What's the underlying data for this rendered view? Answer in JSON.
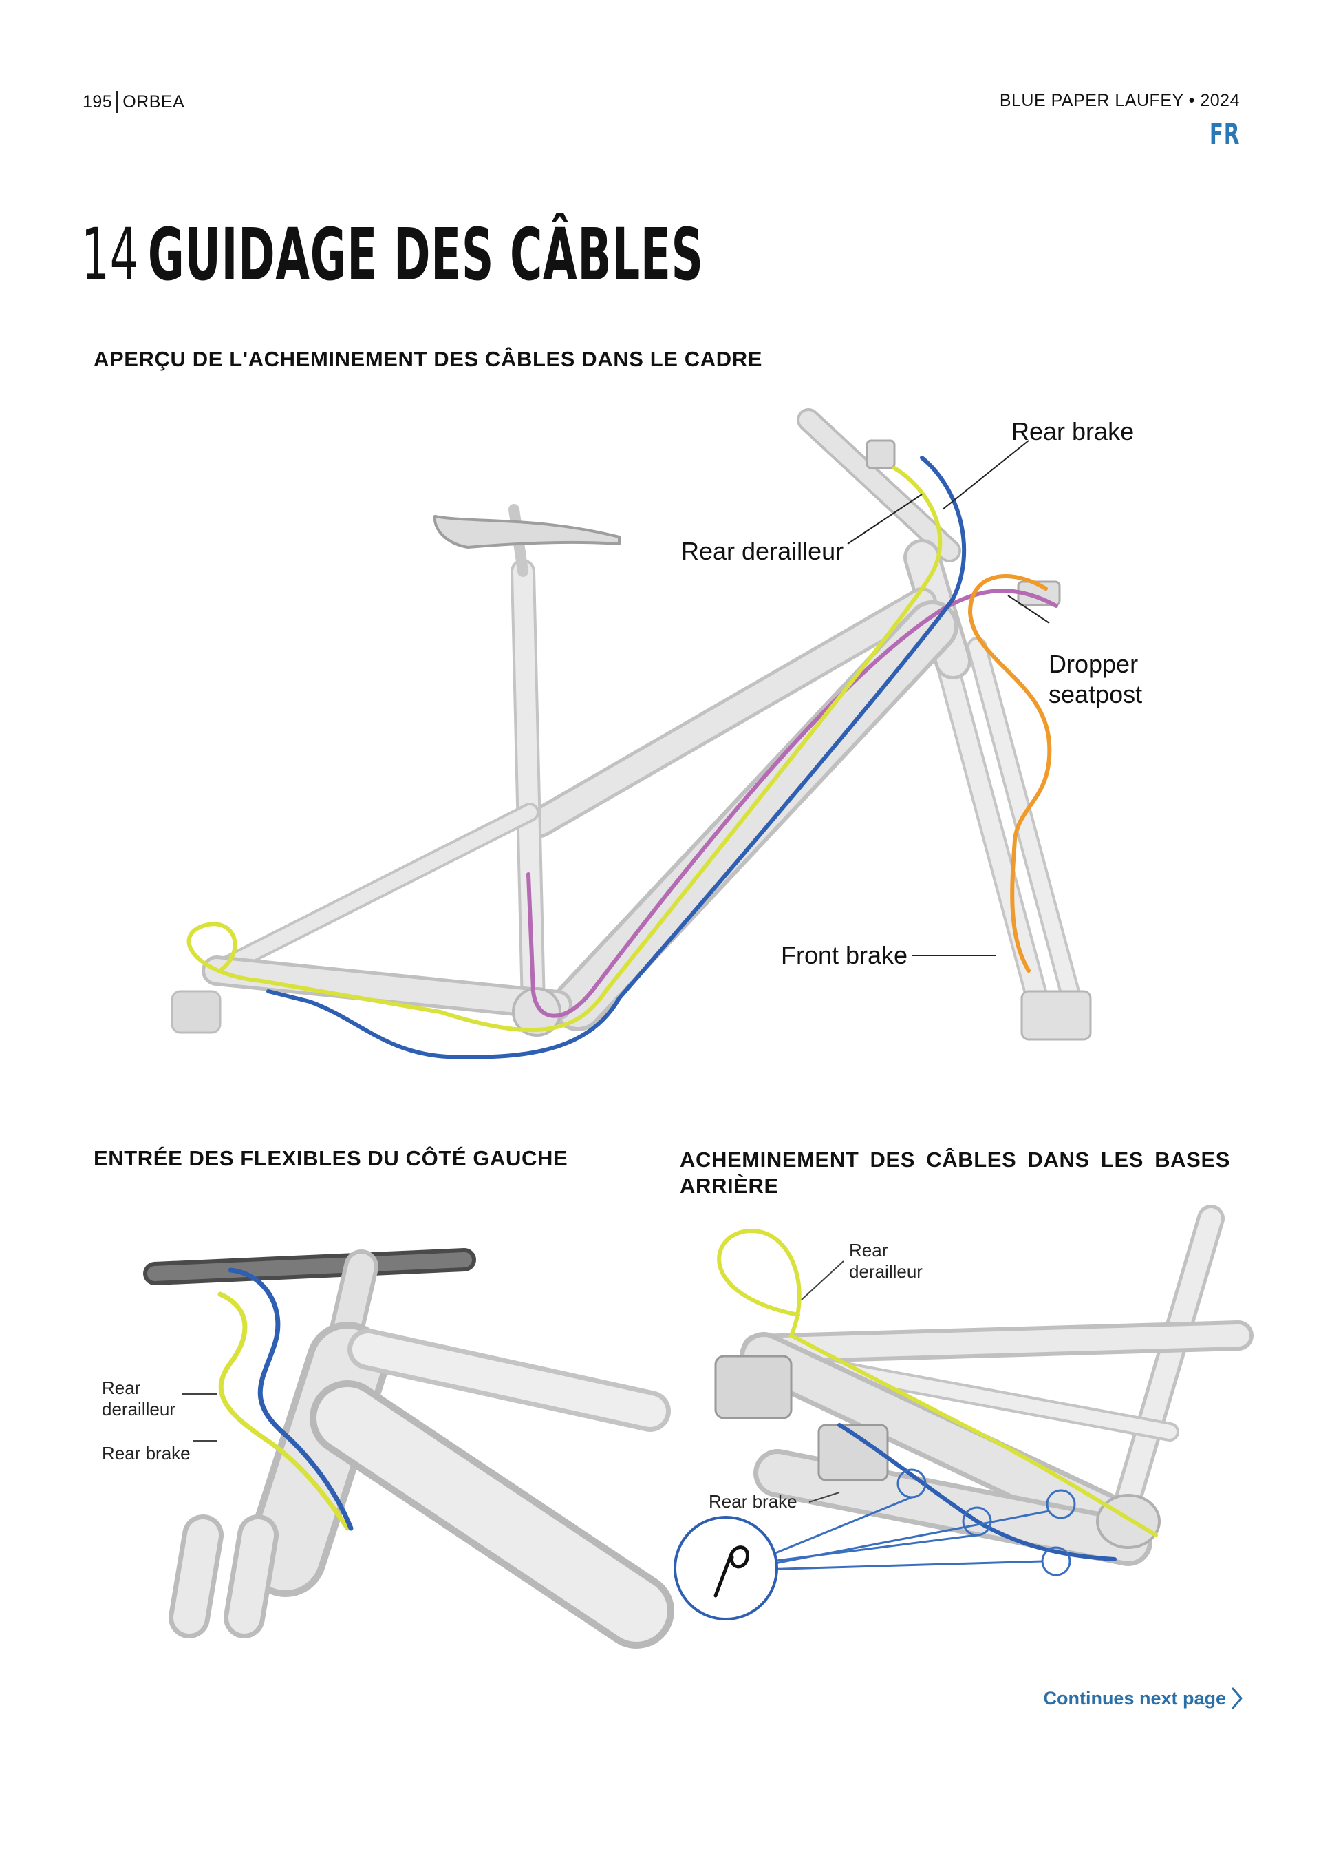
{
  "header": {
    "page_number": "195",
    "brand": "ORBEA",
    "document": "BLUE PAPER LAUFEY • 2024",
    "language": "FR"
  },
  "title": {
    "number": "14",
    "text": "GUIDAGE DES CÂBLES"
  },
  "section_overview": {
    "heading": "APERÇU DE L'ACHEMINEMENT DES CÂBLES DANS LE CADRE",
    "labels": {
      "rear_brake": "Rear brake",
      "rear_derailleur": "Rear derailleur",
      "dropper_line1": "Dropper",
      "dropper_line2": "seatpost",
      "front_brake": "Front brake"
    }
  },
  "section_left_entry": {
    "heading": "ENTRÉE DES FLEXIBLES DU CÔTÉ GAUCHE",
    "labels": {
      "rear_derailleur_line1": "Rear",
      "rear_derailleur_line2": "derailleur",
      "rear_brake": "Rear brake"
    }
  },
  "section_chainstay": {
    "heading_line1": "ACHEMINEMENT DES CÂBLES DANS LES BASES",
    "heading_line2": "ARRIÈRE",
    "labels": {
      "rear_derailleur_line1": "Rear",
      "rear_derailleur_line2": "derailleur",
      "rear_brake": "Rear brake"
    }
  },
  "footer": {
    "continues": "Continues next page"
  },
  "colors": {
    "rear_derailleur": "#d8e23a",
    "rear_brake": "#2f5fb3",
    "dropper_seatpost": "#b56ab4",
    "front_brake": "#ef9a2a",
    "accent": "#2a78b5",
    "frame": "#d9d9d9"
  },
  "icons": [
    "chevron-right-icon",
    "zip-tie-icon"
  ]
}
